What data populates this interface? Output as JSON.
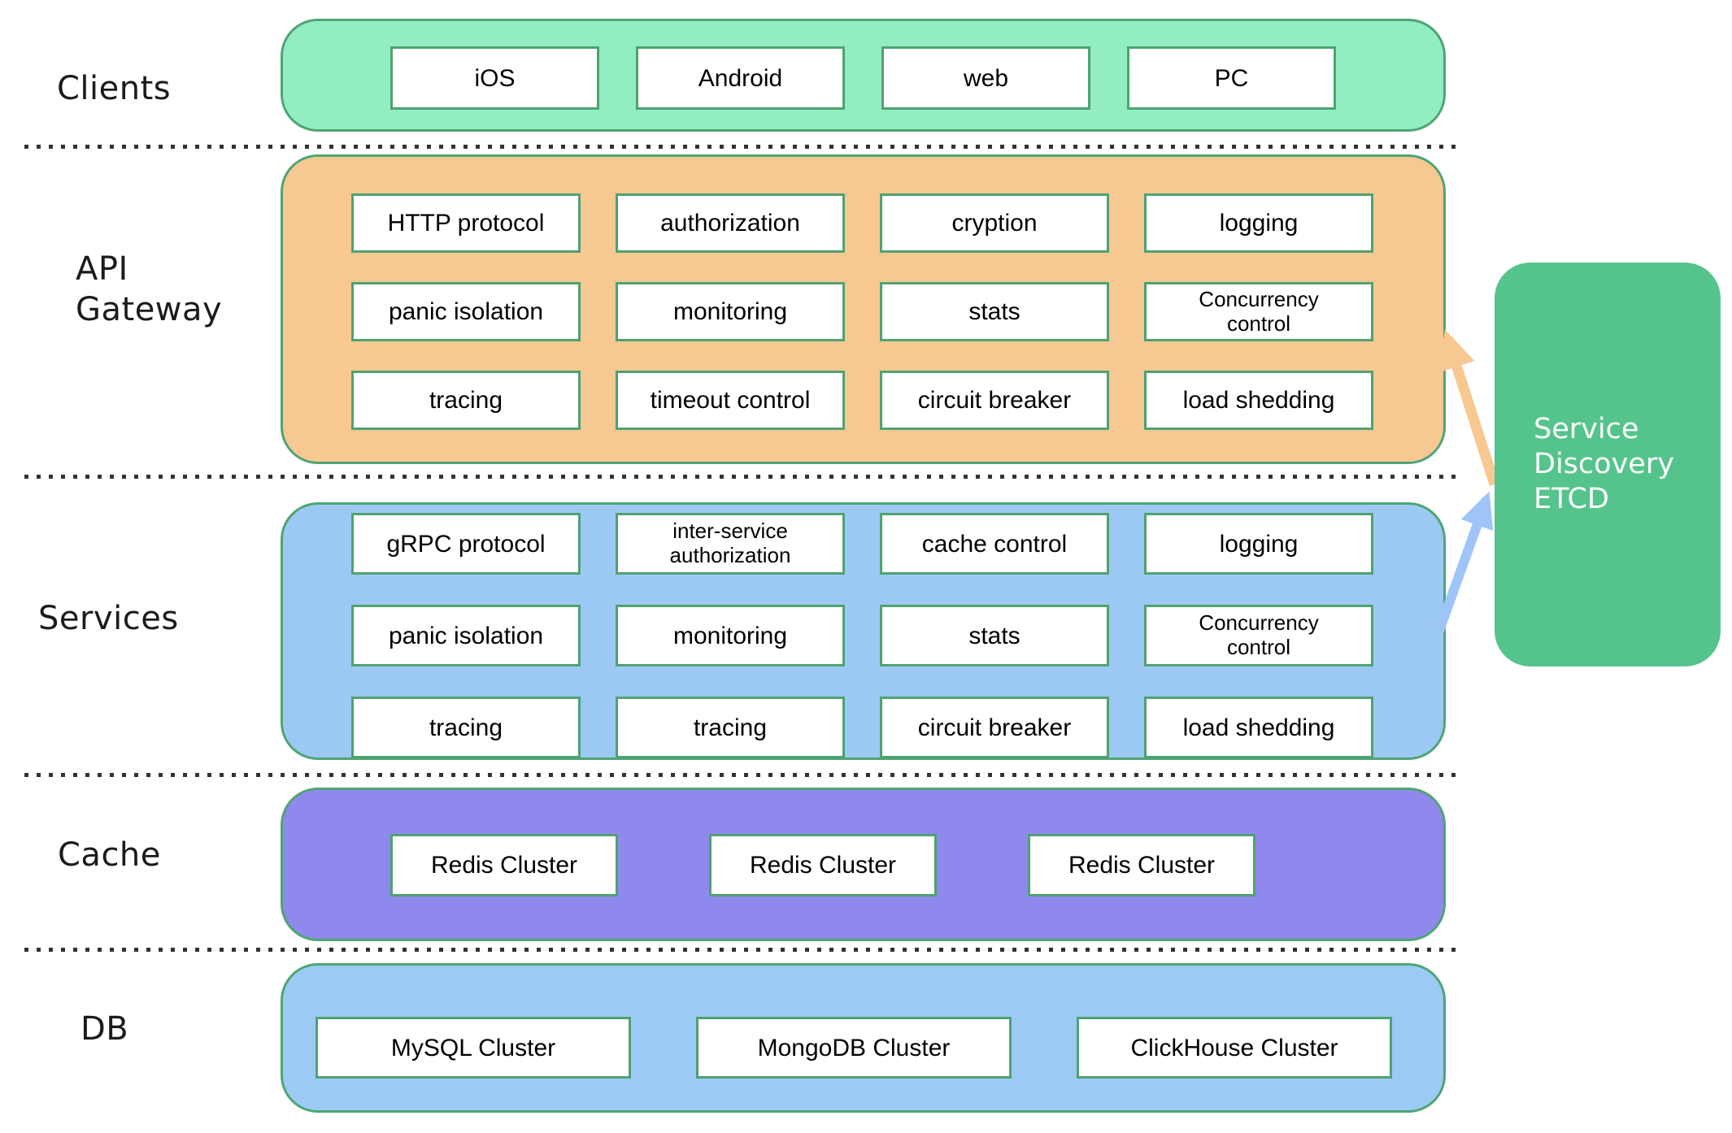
{
  "colors": {
    "clients-fill": "#93edc2",
    "gateway-fill": "#f8c892",
    "services-fill": "#9cc9f3",
    "cache-fill": "#9089ed",
    "db-fill": "#9bcbf4",
    "etcd-fill": "#55c48c",
    "band-border": "#4ea572",
    "box-border": "#4fa271",
    "arrow-orange": "#f8c892",
    "arrow-blue": "#9fc5f8",
    "etcd-text": "#ffffff",
    "text": "#111111"
  },
  "layers": {
    "clients": {
      "label": "Clients",
      "boxes": [
        "iOS",
        "Android",
        "web",
        "PC"
      ]
    },
    "api_gateway": {
      "label": "API Gateway",
      "boxes": [
        "HTTP protocol",
        "authorization",
        "cryption",
        "logging",
        "panic isolation",
        "monitoring",
        "stats",
        "Concurrency control",
        "tracing",
        "timeout control",
        "circuit breaker",
        "load shedding"
      ]
    },
    "services": {
      "label": "Services",
      "boxes": [
        "gRPC protocol",
        "inter-service authorization",
        "cache control",
        "logging",
        "panic isolation",
        "monitoring",
        "stats",
        "Concurrency control",
        "tracing",
        "tracing",
        "circuit breaker",
        "load shedding"
      ]
    },
    "cache": {
      "label": "Cache",
      "boxes": [
        "Redis Cluster",
        "Redis Cluster",
        "Redis Cluster"
      ]
    },
    "db": {
      "label": "DB",
      "boxes": [
        "MySQL Cluster",
        "MongoDB Cluster",
        "ClickHouse Cluster"
      ]
    }
  },
  "service_discovery": {
    "label": "Service Discovery ETCD"
  },
  "arrows": [
    {
      "name": "etcd-to-api-gateway",
      "color": "orange"
    },
    {
      "name": "services-to-etcd",
      "color": "blue"
    }
  ]
}
